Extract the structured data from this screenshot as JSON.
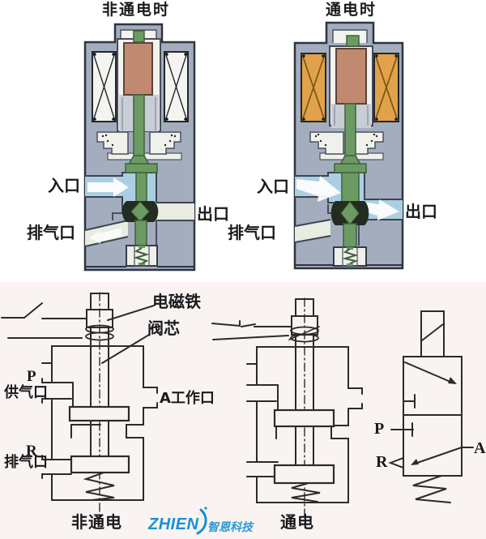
{
  "top_section": {
    "left_valve": {
      "title": "非通电时",
      "inlet_label": "入口",
      "outlet_label": "出口",
      "exhaust_label": "排气口"
    },
    "right_valve": {
      "title": "通电时",
      "inlet_label": "入口",
      "outlet_label": "出口",
      "exhaust_label": "排气口"
    }
  },
  "bottom_section": {
    "left_schematic": {
      "caption": "非通电",
      "solenoid_label": "电磁铁",
      "spool_label": "阀芯",
      "p_label": "P",
      "supply_port_label": "供气口",
      "work_port_label": "A工作口",
      "r_label": "R",
      "exhaust_port_label": "排气口"
    },
    "middle_schematic": {
      "caption": "通电"
    },
    "valve_symbol": {
      "p_label": "P",
      "a_label": "A",
      "r_label": "R"
    }
  },
  "logo": {
    "brand": "ZHIEN",
    "company": "智恩科技"
  },
  "colors": {
    "body_gray": "#a4adbe",
    "coil_white": "#f4f4f0",
    "coil_orange": "#e2a24b",
    "plunger_salmon": "#c18a70",
    "valve_green": "#6c9a63",
    "flow_blue": "#abcfe2",
    "channel_pale": "#e9ece1",
    "schematic_line": "#2b2b2b",
    "logo_blue": "#1690d8"
  }
}
